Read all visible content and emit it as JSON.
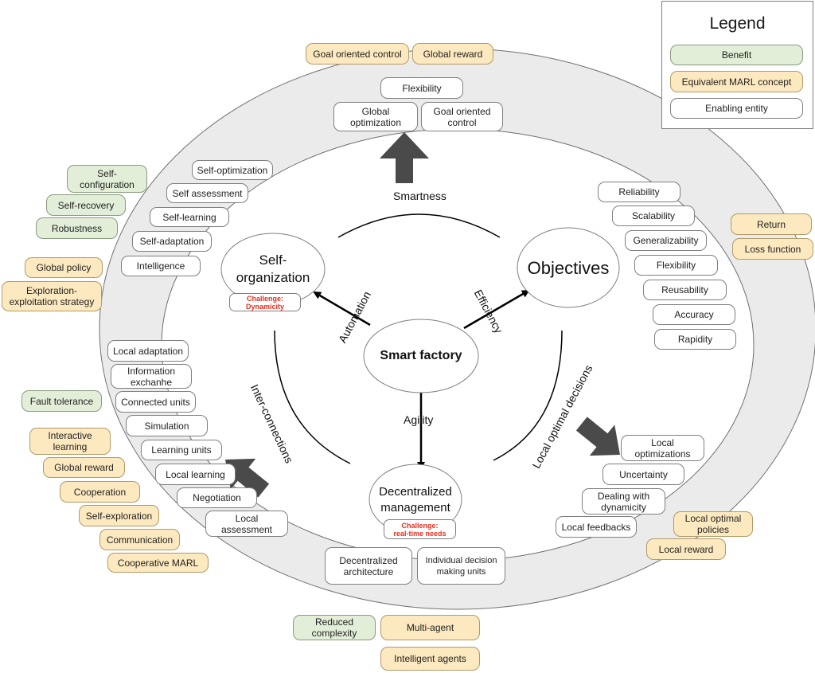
{
  "colors": {
    "benefit": "#e3eed8",
    "marl": "#fde9bf",
    "entity": "#ffffff",
    "challenge": "#e03020",
    "arrow": "#4a4a4a"
  },
  "legend": {
    "title": "Legend",
    "items": [
      {
        "label": "Benefit",
        "kind": "benefit"
      },
      {
        "label": "Equivalent MARL concept",
        "kind": "marl"
      },
      {
        "label": "Enabling entity",
        "kind": "entity"
      }
    ]
  },
  "center": {
    "label": "Smart factory"
  },
  "nodes": {
    "self_organization": {
      "label": "Self-\norganization",
      "challenge": "Challenge:\nDynamicity"
    },
    "objectives": {
      "label": "Objectives"
    },
    "decentralized": {
      "label": "Decentralized\nmanagement",
      "challenge": "Challenge:\nreal-time needs"
    }
  },
  "links": {
    "automation": "Automation",
    "efficiency": "Efficiency",
    "agility": "Agility"
  },
  "arcs": {
    "smartness": "Smartness",
    "interconnections": "Inter-connections",
    "local_optimal": "Local optimal decisions"
  },
  "groups": {
    "top": {
      "marl": [
        "Goal oriented control",
        "Global reward"
      ],
      "entities": [
        "Flexibility",
        "Global\noptimization",
        "Goal oriented\ncontrol"
      ]
    },
    "upper_left": {
      "benefits": [
        "Self-\nconfiguration",
        "Self-recovery",
        "Robustness"
      ],
      "marl": [
        "Global policy",
        "Exploration-\nexploitation strategy"
      ],
      "entities": [
        "Self-optimization",
        "Self assessment",
        "Self-learning",
        "Self-adaptation",
        "Intelligence"
      ]
    },
    "right": {
      "marl": [
        "Return",
        "Loss function"
      ],
      "entities": [
        "Reliability",
        "Scalability",
        "Generalizability",
        "Flexibility",
        "Reusability",
        "Accuracy",
        "Rapidity"
      ]
    },
    "lower_left": {
      "benefits": [
        "Fault tolerance"
      ],
      "marl": [
        "Interactive\nlearning",
        "Global reward",
        "Cooperation",
        "Self-exploration",
        "Communication",
        "Cooperative MARL"
      ],
      "entities": [
        "Local adaptation",
        "Information\nexchanhe",
        "Connected units",
        "Simulation",
        "Learning units",
        "Local learning",
        "Negotiation",
        "Local\nassessment"
      ]
    },
    "lower_right": {
      "marl": [
        "Local optimal\npolicies",
        "Local reward"
      ],
      "entities": [
        "Local\noptimizations",
        "Uncertainty",
        "Dealing with\ndynamicity",
        "Local feedbacks"
      ]
    },
    "bottom": {
      "benefits": [
        "Reduced\ncomplexity"
      ],
      "marl": [
        "Multi-agent",
        "Intelligent agents"
      ],
      "entities": [
        "Decentralized\narchitecture",
        "Individual decision\nmaking units"
      ]
    }
  }
}
